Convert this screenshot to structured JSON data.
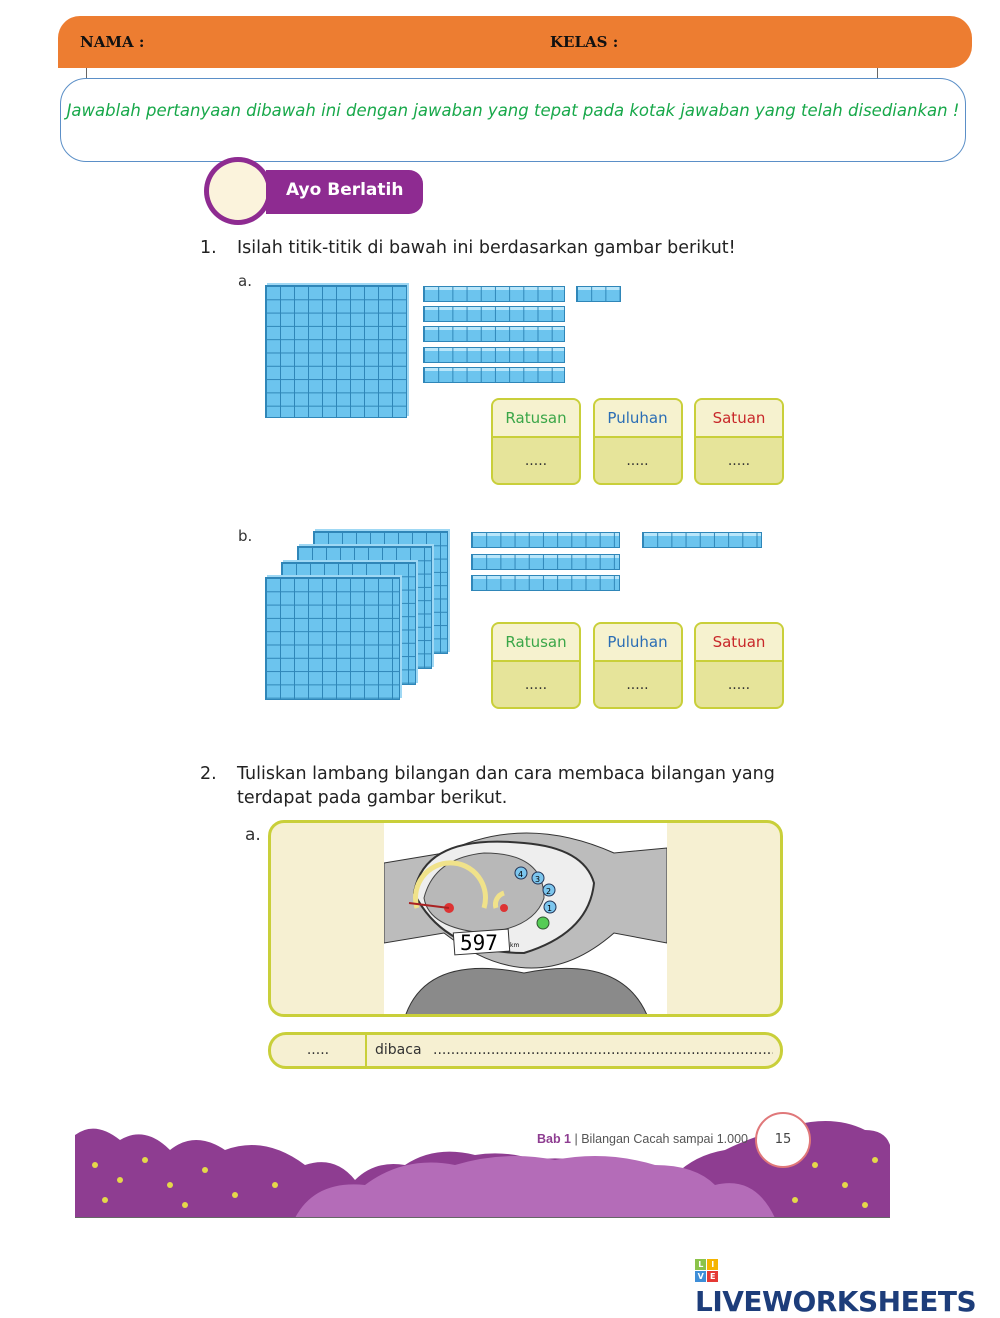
{
  "header": {
    "name_label": "NAMA :",
    "class_label": "KELAS :"
  },
  "instruction": "Jawablah pertanyaan dibawah ini dengan jawaban yang tepat pada kotak jawaban yang telah disediankan !",
  "badge": "Ayo Berlatih",
  "q1": {
    "number": "1.",
    "text": "Isilah titik-titik di bawah ini berdasarkan gambar berikut!",
    "a": {
      "label": "a.",
      "hundreds": 1,
      "tens": 5,
      "ones": 3
    },
    "b": {
      "label": "b.",
      "hundreds": 4,
      "tens": 3,
      "ones": 8
    },
    "columns": [
      "Ratusan",
      "Puluhan",
      "Satuan"
    ],
    "column_colors": [
      "#3aa648",
      "#2a6db5",
      "#c8282a"
    ],
    "blank": "....."
  },
  "q2": {
    "number": "2.",
    "line1": "Tuliskan lambang bilangan dan cara membaca bilangan yang",
    "line2": "terdapat pada gambar berikut.",
    "a": {
      "label": "a.",
      "odometer": "597",
      "unit": "km",
      "gears": [
        "4",
        "3",
        "2",
        "1"
      ],
      "answer_blank": ".....",
      "read_label": "dibaca",
      "read_blank": "..............................................................................."
    }
  },
  "footer": {
    "chapter": "Bab 1",
    "title": "| Bilangan Cacah sampai 1.000",
    "page": "15"
  },
  "brand": {
    "letters": [
      "L",
      "I",
      "V",
      "E"
    ],
    "name": "LIVEWORKSHEETS"
  }
}
